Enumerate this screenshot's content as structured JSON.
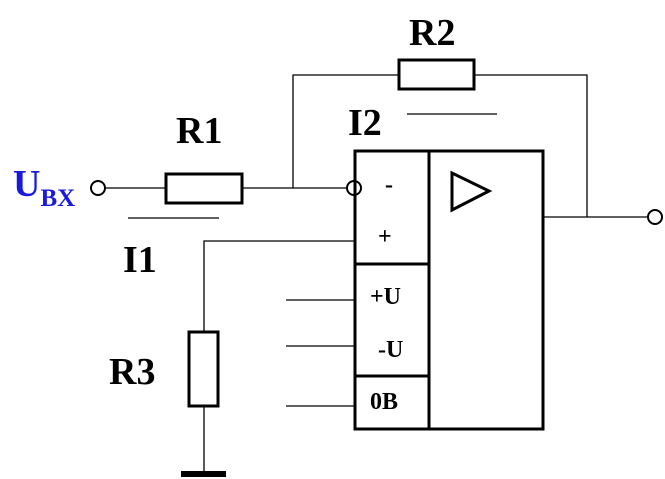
{
  "labels": {
    "input": "U",
    "input_sub": "BX",
    "r1": "R1",
    "r2": "R2",
    "r3": "R3",
    "i1": "I1",
    "i2": "I2"
  },
  "opamp": {
    "minus": "-",
    "plus": "+",
    "pos_supply": "+U",
    "neg_supply": "-U",
    "ground": "0B"
  },
  "colors": {
    "input_label": "#1a1adc",
    "lines": "#000000"
  }
}
